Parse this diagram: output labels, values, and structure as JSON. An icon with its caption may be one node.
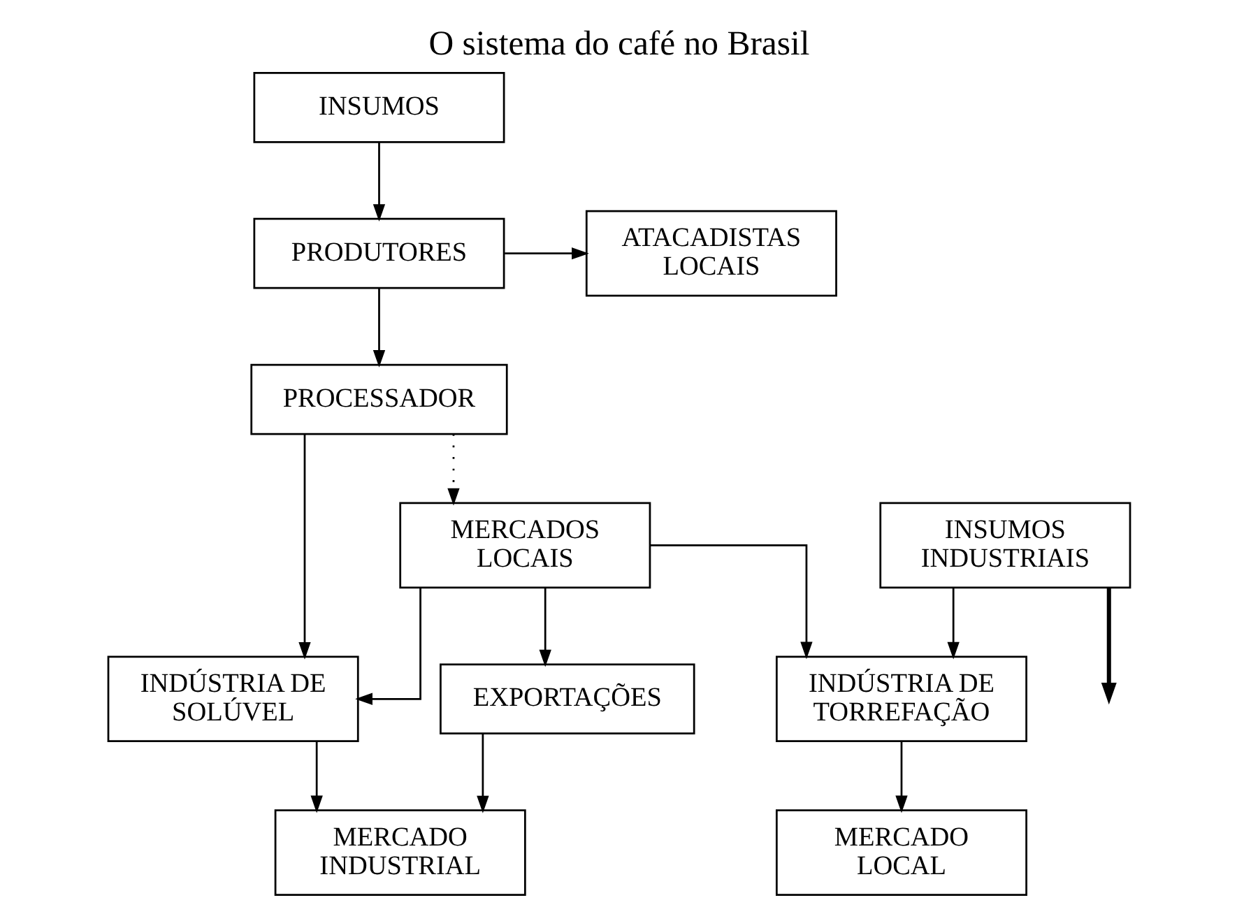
{
  "diagram": {
    "title": "O sistema do café no Brasil",
    "nodes": [
      {
        "text": [
          "INSUMOS"
        ]
      },
      {
        "text": [
          "PRODUTORES"
        ]
      },
      {
        "text": [
          "ATACADISTAS LOCAIS"
        ]
      },
      {
        "text": [
          "PROCESSADOR"
        ]
      },
      {
        "text": [
          "INSUMOS INDUSTRIAIS"
        ]
      },
      {
        "text": [
          "MERCADOS LOCAIS"
        ]
      },
      {
        "text": [
          "INDÚSTRIA DE TORREFAÇÃO"
        ]
      },
      {
        "text": [
          "INDÚSTRIA DE SOLÚVEL"
        ]
      },
      {
        "text": [
          "EXPORTAÇÕES"
        ]
      },
      {
        "text": [
          "MERCADO LOCAL"
        ]
      },
      {
        "text": [
          "MERCADO INDUSTRIAL"
        ]
      }
    ],
    "edges": [
      {
        "from": 0,
        "to": 1,
        "arrow": "to"
      },
      {
        "from": 1,
        "to": 2,
        "arrow": "to"
      },
      {
        "from": 1,
        "to": 3,
        "arrow": "to"
      },
      {
        "from": 3,
        "to": 5,
        "arrow": "to",
        "style": "dashed"
      },
      {
        "from": 3,
        "to": 7,
        "arrow": "to"
      },
      {
        "from": 4,
        "to": null,
        "arrow": "to",
        "style": "thick"
      },
      {
        "from": 4,
        "to": 6,
        "arrow": "to"
      },
      {
        "from": 5,
        "to": 6,
        "arrow": "to"
      },
      {
        "from": 5,
        "to": 7,
        "arrow": "to"
      },
      {
        "from": 5,
        "to": 8,
        "arrow": "to"
      },
      {
        "from": 6,
        "to": 9,
        "arrow": "to"
      },
      {
        "from": 7,
        "to": 10,
        "arrow": "to"
      },
      {
        "from": 8,
        "to": 10,
        "arrow": "to"
      }
    ]
  }
}
